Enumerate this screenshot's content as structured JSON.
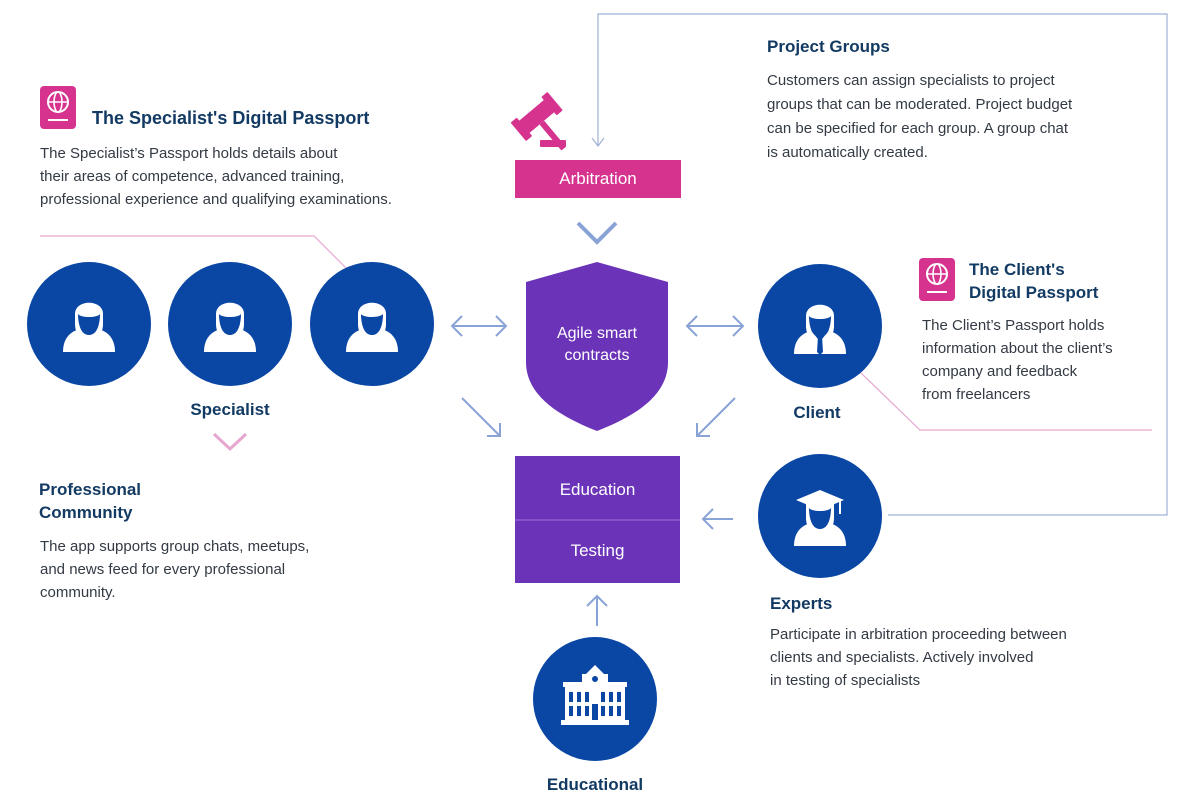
{
  "colors": {
    "circle_blue": "#0a47a5",
    "purple": "#6a33b8",
    "pink": "#d6338f",
    "arrow_blue": "#8aa3d6",
    "connector_pink": "#e6a6cf",
    "connector_blue": "#9fb2d6",
    "heading_navy": "#123a63"
  },
  "specialist_passport": {
    "title": "The Specialist's Digital Passport",
    "text": "The Specialist’s Passport holds details about\ntheir areas of competence, advanced training,\nprofessional experience and qualifying examinations.",
    "icon": "passport-icon"
  },
  "project_groups": {
    "title": "Project Groups",
    "text": "Customers can assign specialists to project\ngroups that can be moderated. Project budget\ncan be specified for each group. A group chat\nis automatically created."
  },
  "arbitration": {
    "label": "Arbitration",
    "icon": "gavel-icon"
  },
  "contracts": {
    "label": "Agile smart\ncontracts",
    "shape": "shield"
  },
  "client_passport": {
    "title": "The Client's\nDigital Passport",
    "text": "The Client’s Passport holds\ninformation about the client’s\ncompany and feedback\nfrom freelancers",
    "icon": "passport-icon"
  },
  "specialist": {
    "label": "Specialist",
    "icon": "person-icon",
    "count": 3
  },
  "client": {
    "label": "Client",
    "icon": "businessman-icon"
  },
  "community": {
    "title": "Professional\nCommunity",
    "text": "The app supports group chats, meetups,\nand news feed for every professional\n community."
  },
  "education_box": {
    "top_label": "Education",
    "bottom_label": "Testing"
  },
  "experts": {
    "title": "Experts",
    "text": "Participate in arbitration proceeding between\nclients and specialists. Actively involved\nin testing of specialists",
    "icon": "graduate-icon"
  },
  "educational": {
    "label": "Educational",
    "icon": "university-building-icon"
  }
}
